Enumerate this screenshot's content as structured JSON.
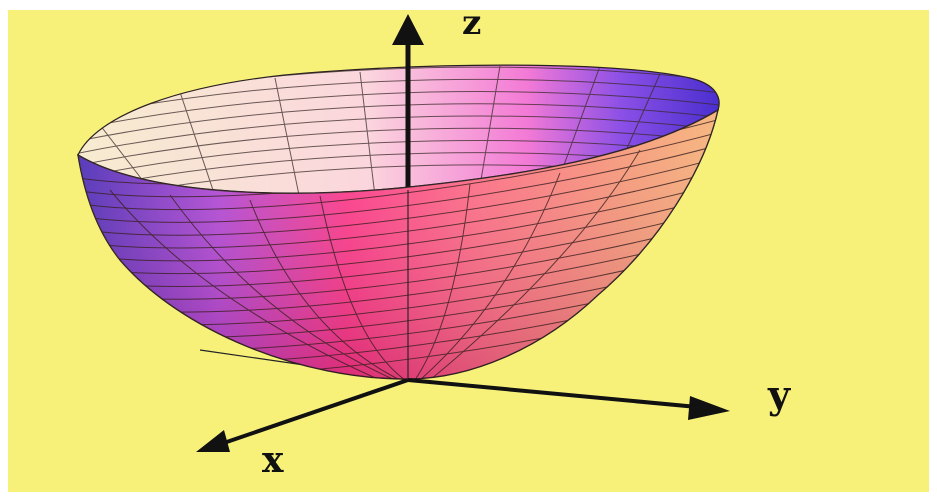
{
  "axes": {
    "x_label": "x",
    "y_label": "y",
    "z_label": "z"
  },
  "colors": {
    "background": "#f7f17a",
    "surface_outer_left": "#6a3fd0",
    "surface_outer_mid": "#ff5aa0",
    "surface_outer_right": "#f7a07a",
    "surface_inner_left": "#f6e6c6",
    "surface_inner_right": "#5b33d6",
    "mesh_lines": "#2a2020"
  },
  "icons": {
    "surface": "paraboloid-icon",
    "z_arrow": "arrow-up-icon",
    "x_arrow": "arrow-down-left-icon",
    "y_arrow": "arrow-right-icon"
  }
}
